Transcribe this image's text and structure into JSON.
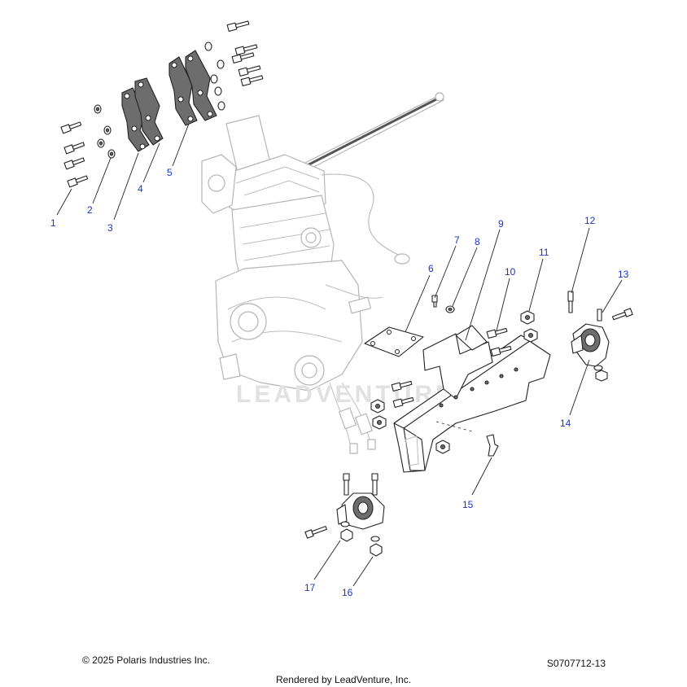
{
  "watermark": "LEADVENTURE",
  "copyright": "© 2025 Polaris Industries Inc.",
  "part_number": "S0707712-13",
  "rendered_by": "Rendered by LeadVenture, Inc.",
  "callouts": [
    {
      "id": "1",
      "label": "1"
    },
    {
      "id": "2",
      "label": "2"
    },
    {
      "id": "3",
      "label": "3"
    },
    {
      "id": "4",
      "label": "4"
    },
    {
      "id": "5",
      "label": "5"
    },
    {
      "id": "6",
      "label": "6"
    },
    {
      "id": "7",
      "label": "7"
    },
    {
      "id": "8",
      "label": "8"
    },
    {
      "id": "9",
      "label": "9"
    },
    {
      "id": "10",
      "label": "10"
    },
    {
      "id": "11",
      "label": "11"
    },
    {
      "id": "12",
      "label": "12"
    },
    {
      "id": "13",
      "label": "13"
    },
    {
      "id": "14",
      "label": "14"
    },
    {
      "id": "15",
      "label": "15"
    },
    {
      "id": "16",
      "label": "16"
    },
    {
      "id": "17",
      "label": "17"
    }
  ],
  "colors": {
    "callout": "#1a33c8",
    "line": "#222222",
    "engine": "#b5b5b5",
    "watermark": "#e1e1e1"
  }
}
